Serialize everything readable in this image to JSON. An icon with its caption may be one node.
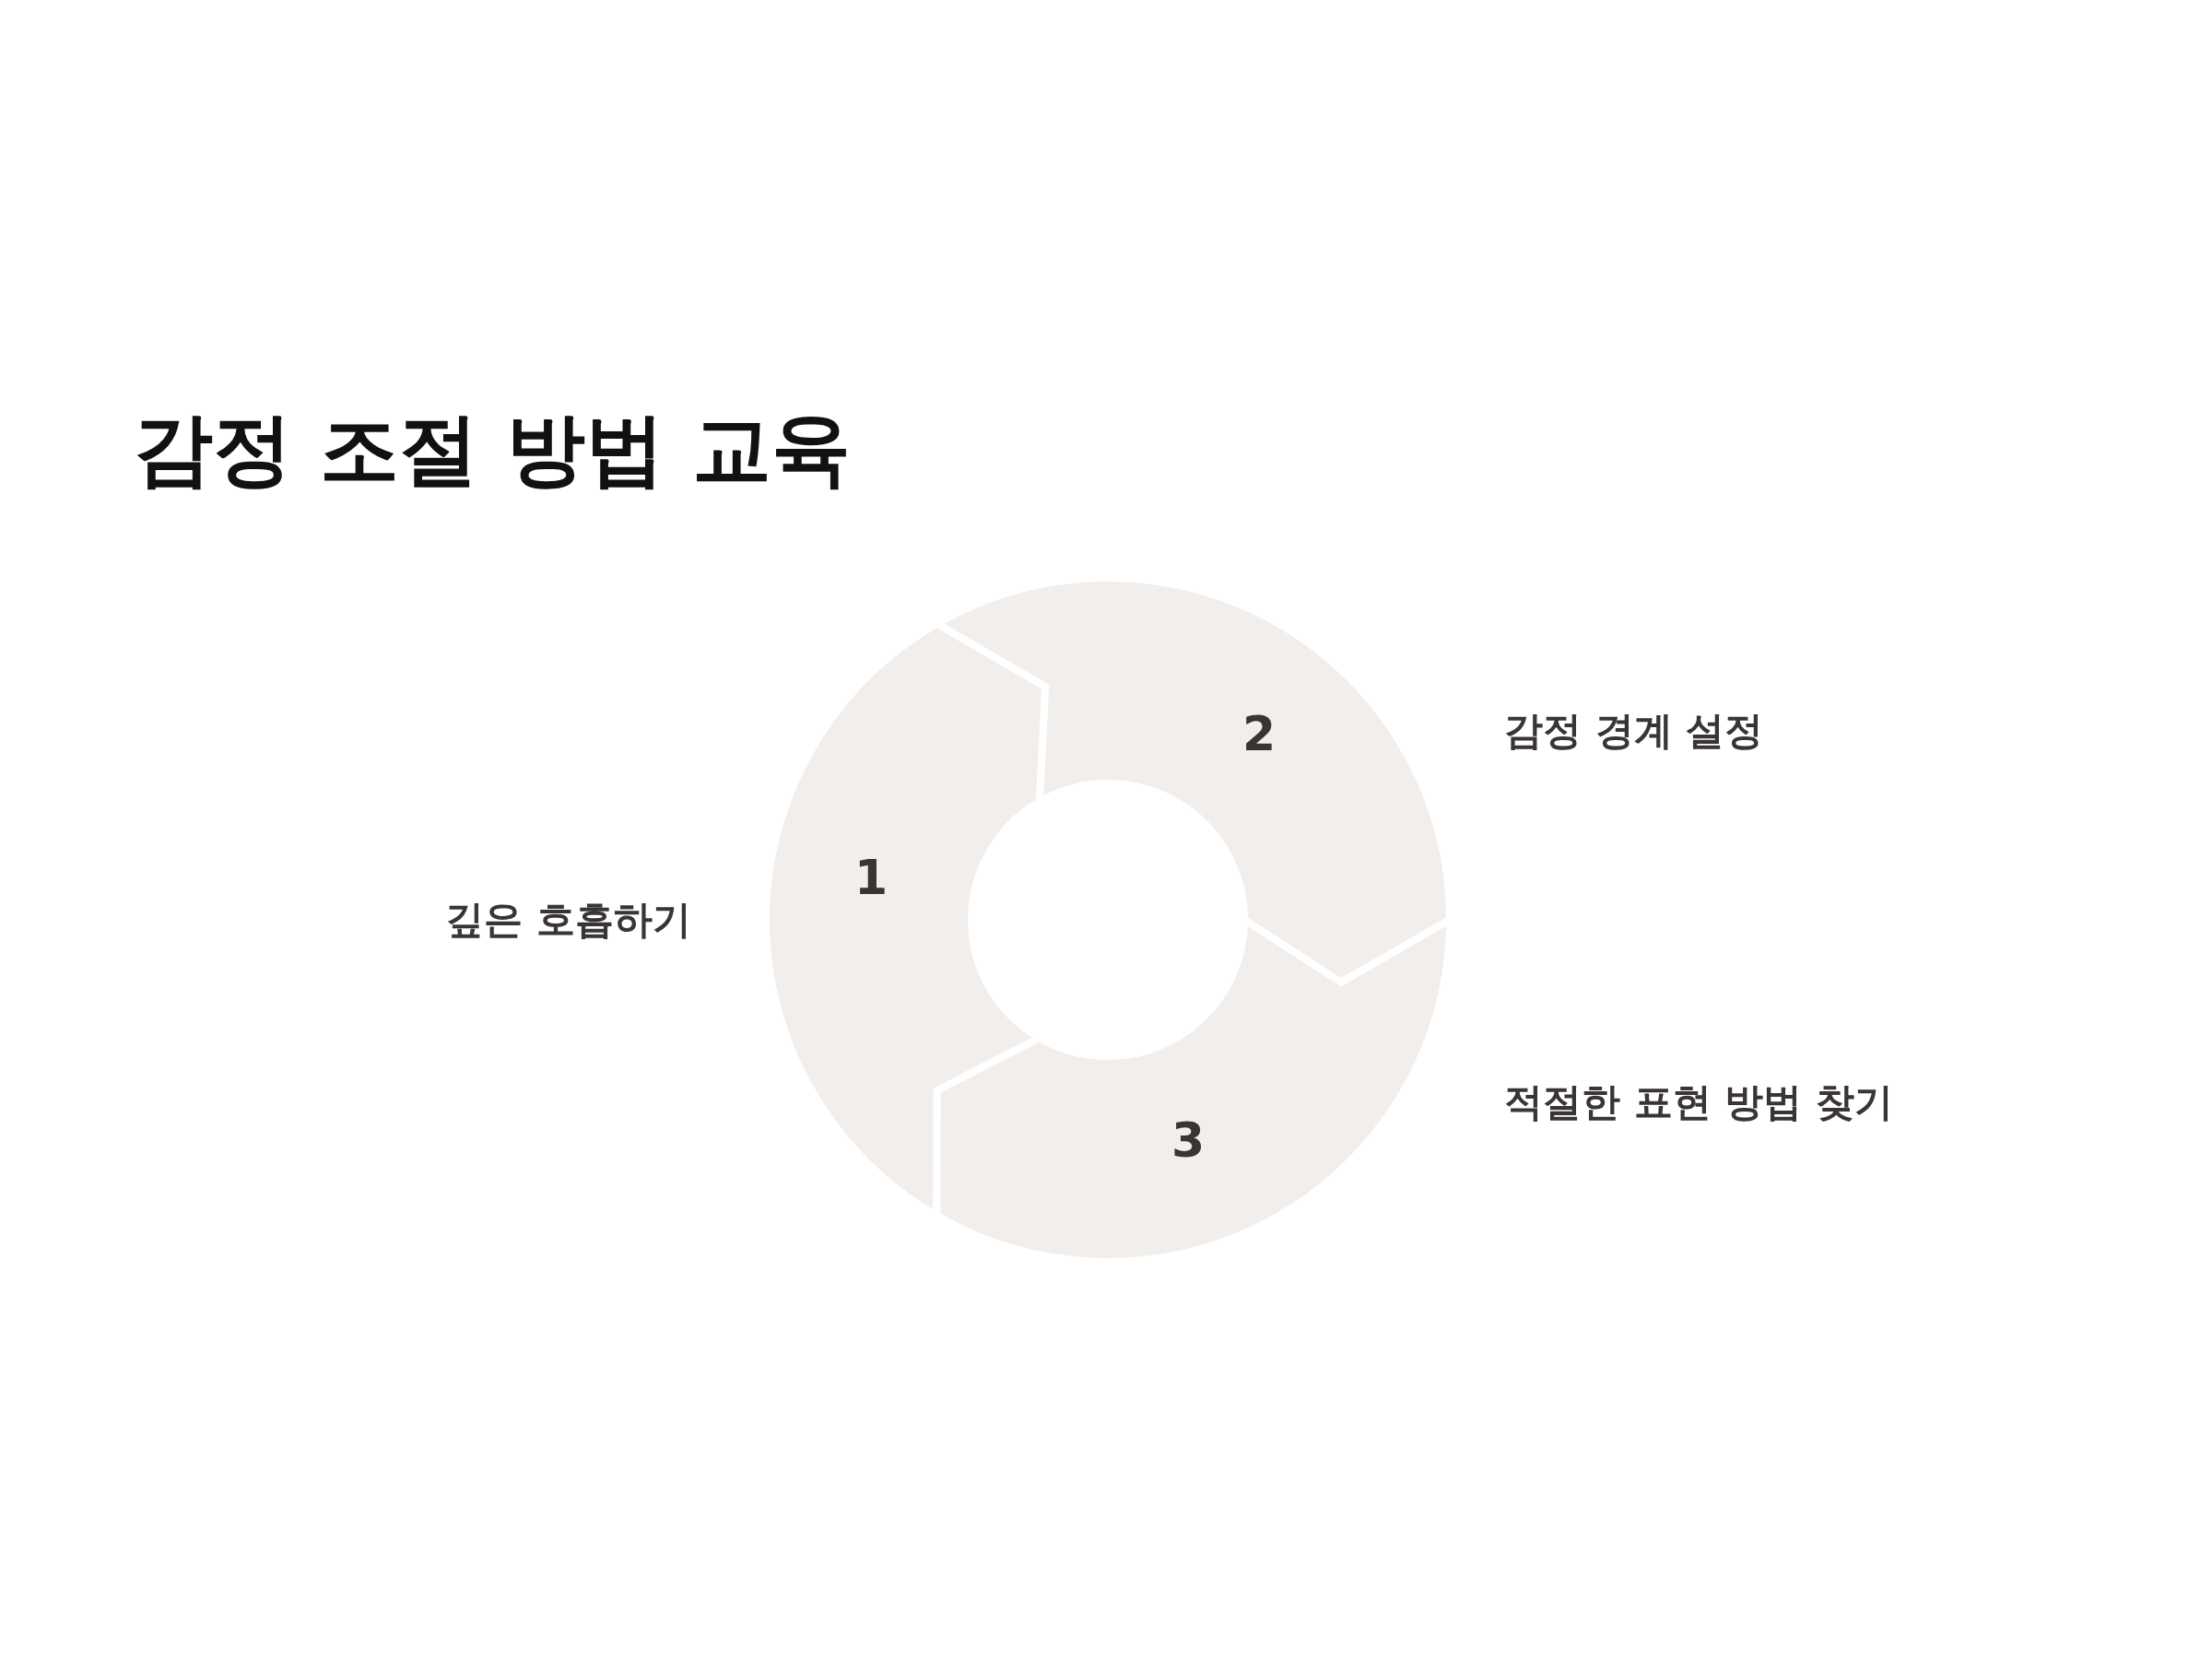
{
  "diagram": {
    "title": "감정 조절 방법 교육",
    "nodes": [
      {
        "text": [
          "1"
        ]
      },
      {
        "text": [
          "2"
        ]
      },
      {
        "text": [
          "3"
        ]
      }
    ],
    "labels": [
      "감정 경계 설정",
      "깊은 호흡하기",
      "적절한 표현 방법 찾기"
    ]
  }
}
